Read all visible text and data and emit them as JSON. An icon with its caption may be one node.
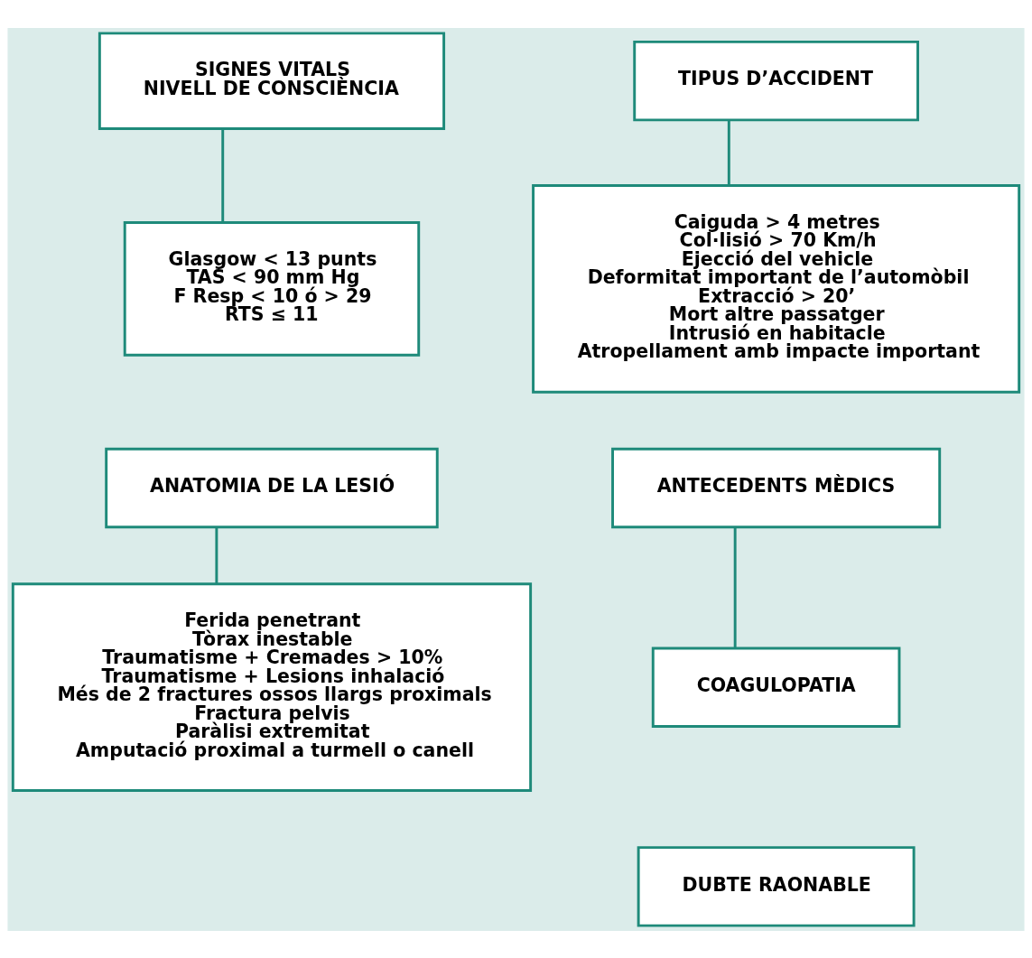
{
  "diagram": {
    "nodes": [
      {
        "text": [
          "SIGNES VITALS",
          "NIVELL DE CONSCIÈNCIA"
        ]
      },
      {
        "text": [
          "Glasgow < 13 punts",
          "TAS < 90 mm Hg",
          "F Resp < 10 ó > 29",
          "RTS ≤ 11"
        ]
      },
      {
        "text": [
          "ANATOMIA DE LA LESIÓ"
        ]
      },
      {
        "text": [
          "Ferida penetrant",
          "Tòrax inestable",
          "Traumatisme + Cremades > 10%",
          "Traumatisme + Lesions inhalació",
          "Més de 2 fractures ossos llargs proximals",
          "Fractura pelvis",
          "Paràlisi extremitat",
          "Amputació proximal a turmell o canell"
        ]
      },
      {
        "text": [
          "TIPUS D’ACCIDENT"
        ]
      },
      {
        "text": [
          "Caiguda > 4 metres",
          "Col·lisió > 70 Km/h",
          "Ejecció del vehicle",
          "Deformitat important de l’automòbil",
          "Extracció > 20’",
          "Mort altre passatger",
          "Intrusió en habitacle",
          "Atropellament amb impacte important"
        ]
      },
      {
        "text": [
          "ANTECEDENTS MÈDICS"
        ]
      },
      {
        "text": [
          "COAGULOPATIA"
        ]
      },
      {
        "text": [
          "DUBTE RAONABLE"
        ]
      }
    ],
    "edges": [
      {
        "from": 0,
        "to": 1,
        "arrow": "none"
      },
      {
        "from": 2,
        "to": 3,
        "arrow": "none"
      },
      {
        "from": 4,
        "to": 5,
        "arrow": "none"
      },
      {
        "from": 6,
        "to": 7,
        "arrow": "none"
      }
    ]
  }
}
